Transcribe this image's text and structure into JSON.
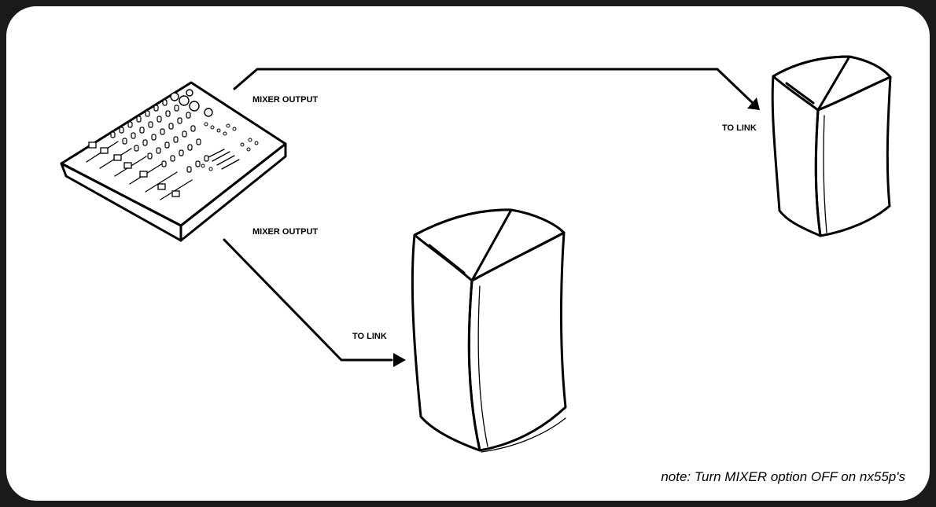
{
  "diagram": {
    "labels": {
      "mixer_output_top": "MIXER OUTPUT",
      "mixer_output_bottom": "MIXER OUTPUT",
      "to_link_right": "TO LINK",
      "to_link_center": "TO LINK"
    },
    "note": "note: Turn MIXER option OFF on nx55p's",
    "colors": {
      "background": "#ffffff",
      "outer_frame": "#1a1a1a",
      "line": "#000000"
    },
    "icons": [
      "mixer-console-icon",
      "speaker-icon",
      "speaker-icon"
    ]
  }
}
